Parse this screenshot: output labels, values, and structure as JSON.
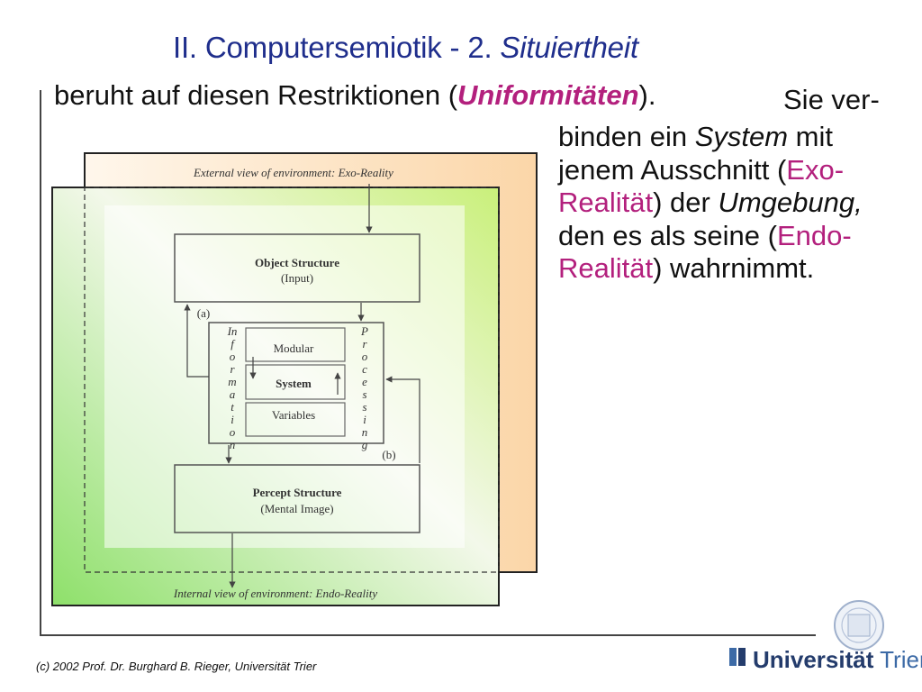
{
  "title": {
    "main": "II. Computersemiotik - 2. ",
    "italic": "Situiertheit"
  },
  "intro": {
    "before": "beruht auf diesen Restriktionen (",
    "emph": "Uniformitäten",
    "after": ")."
  },
  "paragraph": {
    "l1": "Sie ver-",
    "l2_a": "binden ein ",
    "l2_it": "System",
    "l2_b": " mit",
    "l3_a": "jenem Ausschnitt (",
    "l3_mag": "Exo-",
    "l4_mag": "Realität",
    "l4_a": ") der ",
    "l4_it": "Umgebung,",
    "l5_a": "den es als seine (",
    "l5_mag": "Endo-",
    "l6_mag": "Realität",
    "l6_a": ") wahrnimmt."
  },
  "diagram": {
    "external_label": "External view of environment: Exo-Reality",
    "internal_label": "Internal view of environment: Endo-Reality",
    "object_title": "Object Structure",
    "object_sub": "(Input)",
    "percept_title": "Percept Structure",
    "percept_sub": "(Mental Image)",
    "label_a": "(a)",
    "label_b": "(b)",
    "modular": "Modular",
    "system": "System",
    "variables": "Variables",
    "information_letters": [
      "In",
      "f",
      "o",
      "r",
      "m",
      "a",
      "t",
      "i",
      "o",
      "n"
    ],
    "processing_letters": [
      "P",
      "r",
      "o",
      "c",
      "e",
      "s",
      "s",
      "i",
      "n",
      "g"
    ]
  },
  "footer": {
    "credit": "(c) 2002  Prof. Dr. Burghard B. Rieger, Universität Trier",
    "uni_a": "Universität",
    "uni_b": " Trier"
  }
}
